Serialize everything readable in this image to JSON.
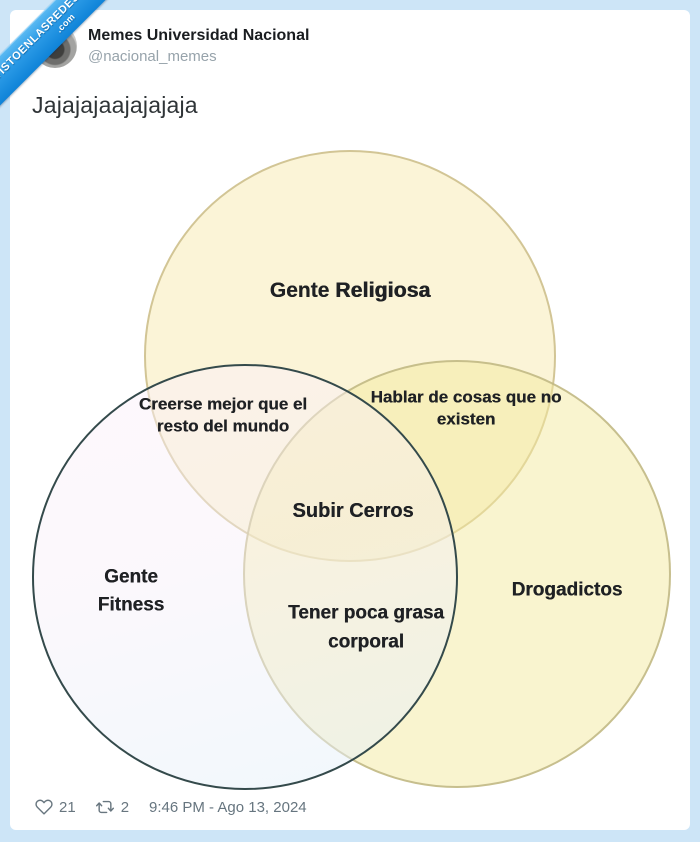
{
  "page": {
    "background_color": "#cde5f7",
    "card_background": "#ffffff"
  },
  "watermark": {
    "line1": "VISTOENLASREDES",
    "line2": ".com",
    "ribbon_color_top": "#5dbbf3",
    "ribbon_color_bottom": "#0f83d8"
  },
  "header": {
    "display_name": "Memes Universidad Nacional",
    "handle": "@nacional_memes",
    "avatar": "grayscale university seal logo"
  },
  "tweet": {
    "text": "Jajajajaajajajaja"
  },
  "venn": {
    "sets": [
      {
        "id": "religiosa",
        "label_regular": "Gente ",
        "label_bold": "Religiosa",
        "fill": "#f7eab3",
        "border": "#cdc08e",
        "position": "top"
      },
      {
        "id": "fitness",
        "label": "Gente Fitness",
        "fill": "#f8f5f9",
        "border": "#344a4b",
        "position": "bottom-left"
      },
      {
        "id": "drogadictos",
        "label": "Drogadictos",
        "fill": "#f4eaa0",
        "border": "#beb682",
        "position": "bottom-right"
      }
    ],
    "intersections": [
      {
        "between": "religiosa+fitness",
        "label": "Creerse mejor que el resto del mundo"
      },
      {
        "between": "religiosa+drogadictos",
        "label": "Hablar de cosas que no existen"
      },
      {
        "between": "fitness+drogadictos",
        "label": "Tener poca grasa corporal"
      },
      {
        "between": "religiosa+fitness+drogadictos",
        "label": "Subir Cerros"
      }
    ]
  },
  "footer": {
    "likes": "21",
    "retweets": "2",
    "timestamp": "9:46 PM - Ago 13, 2024",
    "icon_color": "#68767f",
    "icons": {
      "like": "heart-outline-icon",
      "retweet": "retweet-arrows-icon"
    }
  }
}
